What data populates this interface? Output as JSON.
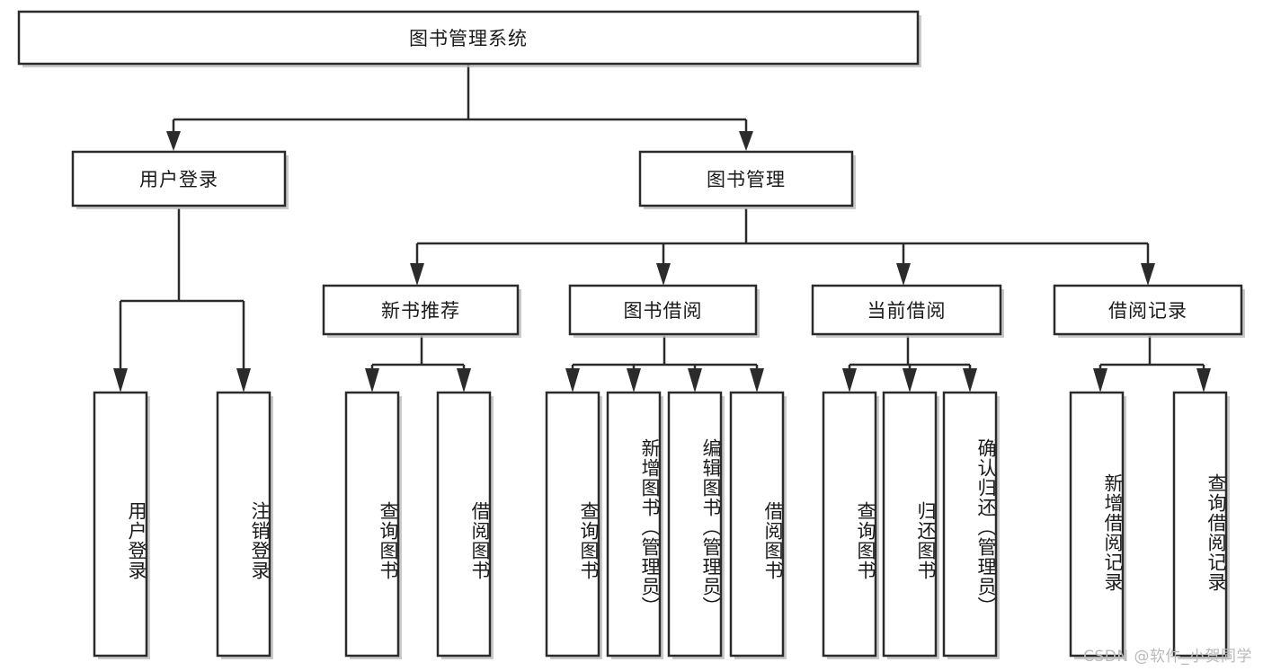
{
  "diagram": {
    "title": "图书管理系统",
    "type": "tree-hierarchy",
    "watermark": "CSDN @软件_小贺同学",
    "root": {
      "label": "图书管理系统",
      "orientation": "horizontal"
    },
    "level1": [
      {
        "id": "user-login",
        "label": "用户登录",
        "orientation": "horizontal"
      },
      {
        "id": "book-management",
        "label": "图书管理",
        "orientation": "horizontal"
      }
    ],
    "level2": [
      {
        "id": "new-book-recommend",
        "label": "新书推荐",
        "parent": "book-management",
        "orientation": "horizontal"
      },
      {
        "id": "book-borrow",
        "label": "图书借阅",
        "parent": "book-management",
        "orientation": "horizontal"
      },
      {
        "id": "current-borrow",
        "label": "当前借阅",
        "parent": "book-management",
        "orientation": "horizontal"
      },
      {
        "id": "borrow-record",
        "label": "借阅记录",
        "parent": "book-management",
        "orientation": "horizontal"
      }
    ],
    "leaves": [
      {
        "id": "leaf-user-login",
        "label": "用户登录",
        "parent": "user-login",
        "orientation": "vertical"
      },
      {
        "id": "leaf-logout",
        "label": "注销登录",
        "parent": "user-login",
        "orientation": "vertical"
      },
      {
        "id": "leaf-query-book-1",
        "label": "查询图书",
        "parent": "new-book-recommend",
        "orientation": "vertical"
      },
      {
        "id": "leaf-borrow-book-1",
        "label": "借阅图书",
        "parent": "new-book-recommend",
        "orientation": "vertical"
      },
      {
        "id": "leaf-query-book-2",
        "label": "查询图书",
        "parent": "book-borrow",
        "orientation": "vertical"
      },
      {
        "id": "leaf-add-book",
        "label": "新增图书（管理员）",
        "parent": "book-borrow",
        "orientation": "vertical"
      },
      {
        "id": "leaf-edit-book",
        "label": "编辑图书（管理员）",
        "parent": "book-borrow",
        "orientation": "vertical"
      },
      {
        "id": "leaf-borrow-book-2",
        "label": "借阅图书",
        "parent": "book-borrow",
        "orientation": "vertical"
      },
      {
        "id": "leaf-query-book-3",
        "label": "查询图书",
        "parent": "current-borrow",
        "orientation": "vertical"
      },
      {
        "id": "leaf-return-book",
        "label": "归还图书",
        "parent": "current-borrow",
        "orientation": "vertical"
      },
      {
        "id": "leaf-confirm-return",
        "label": "确认归还（管理员）",
        "parent": "current-borrow",
        "orientation": "vertical"
      },
      {
        "id": "leaf-add-record",
        "label": "新增借阅记录",
        "parent": "borrow-record",
        "orientation": "vertical"
      },
      {
        "id": "leaf-query-record",
        "label": "查询借阅记录",
        "parent": "borrow-record",
        "orientation": "vertical"
      }
    ],
    "colors": {
      "box_fill": "#ffffff",
      "box_stroke": "#2b2b2b",
      "text": "#1a1a1a",
      "connector": "#2b2b2b",
      "watermark": "#b9b9b9",
      "background": "#ffffff"
    }
  }
}
